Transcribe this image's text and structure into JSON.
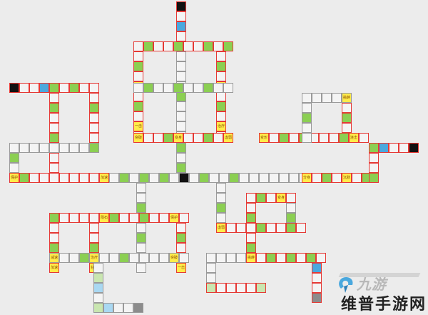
{
  "labels": {
    "baohu": "保护",
    "jiasu": "加速",
    "kuangbao": "狂暴",
    "yiji": "一击",
    "jiansu": "减速",
    "zhiyu": "治疗",
    "tufang": "突破",
    "bianzhi": "变身",
    "xuruo": "虚弱",
    "tiaoxin": "挑衅",
    "bianxing": "变形",
    "lianji": "连击",
    "fenshen": "分身",
    "chenmo": "沉默",
    "yunsui": "陨石"
  },
  "colors": {
    "gray": "#f4f4f4",
    "green": "#8bcf52",
    "yellow": "#ffec4a",
    "black": "#111111",
    "blue": "#4aa8de",
    "red_border": "#e53935"
  },
  "watermark": {
    "brand": "九游",
    "site_name": "维普手游网",
    "logo_icon": "nine-game-logo-icon"
  }
}
